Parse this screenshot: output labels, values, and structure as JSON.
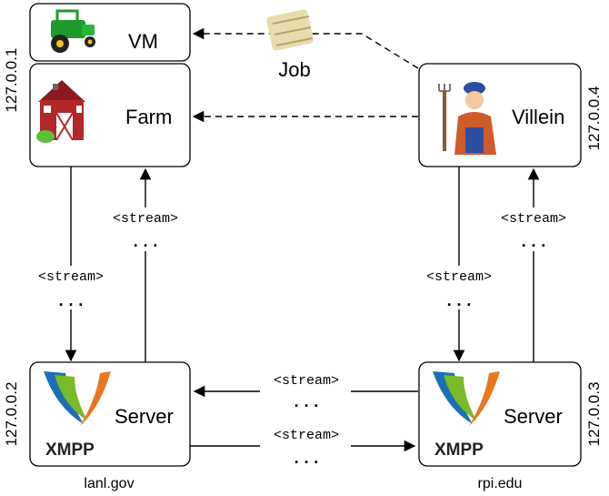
{
  "nodes": {
    "vm": {
      "label": "VM",
      "icon": "tractor-icon",
      "ip": "127.0.0.1"
    },
    "farm": {
      "label": "Farm",
      "icon": "barn-icon"
    },
    "villein": {
      "label": "Villein",
      "icon": "farmer-icon",
      "ip": "127.0.0.4"
    },
    "server_left": {
      "label": "Server",
      "icon": "xmpp-logo-icon",
      "logo_text": "XMPP",
      "ip": "127.0.0.2",
      "domain": "lanl.gov"
    },
    "server_right": {
      "label": "Server",
      "icon": "xmpp-logo-icon",
      "logo_text": "XMPP",
      "ip": "127.0.0.3",
      "domain": "rpi.edu"
    }
  },
  "job": {
    "label": "Job",
    "icon": "hay-bale-icon"
  },
  "stream": {
    "tag": "<stream>",
    "ellipsis": "..."
  },
  "colors": {
    "barn_red": "#b3262a",
    "tractor_green": "#1f9a2c",
    "xmpp_blue": "#1b6fb5",
    "xmpp_orange": "#e8771f",
    "xmpp_green": "#7ab929"
  }
}
